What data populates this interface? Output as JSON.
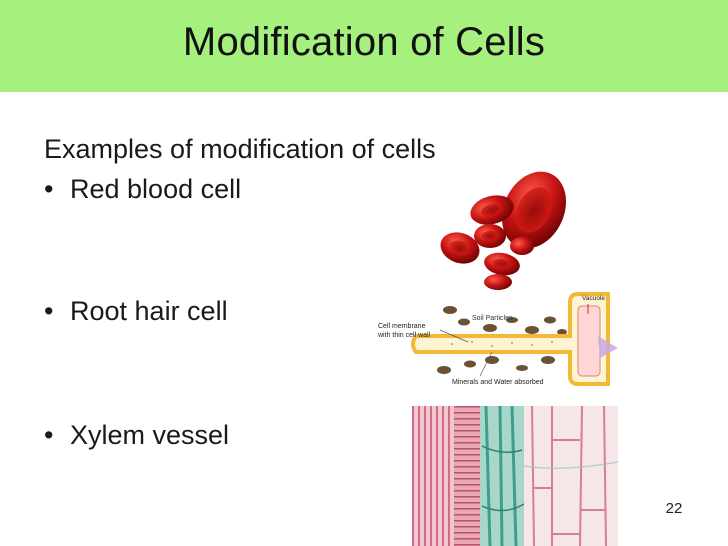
{
  "slide": {
    "title": "Modification of Cells",
    "intro": "Examples of modification of cells",
    "bullet_glyph": "•",
    "bullets": [
      {
        "label": "Red blood cell"
      },
      {
        "label": "Root hair cell"
      },
      {
        "label": "Xylem vessel"
      }
    ],
    "page_number": "22"
  },
  "diagram": {
    "label_membrane_line1": "Cell membrane",
    "label_membrane_line2": "with thin cell wall",
    "label_soil": "Soil Particles",
    "label_vacuole": "Vacuole",
    "label_minerals": "Minerals and Water absorbed"
  },
  "colors": {
    "title_bar": "#a6f07d",
    "blood_red": "#c41212",
    "root_wall": "#f2b83a",
    "xylem_pink": "#e2869f",
    "xylem_teal": "#5fb3a6"
  }
}
